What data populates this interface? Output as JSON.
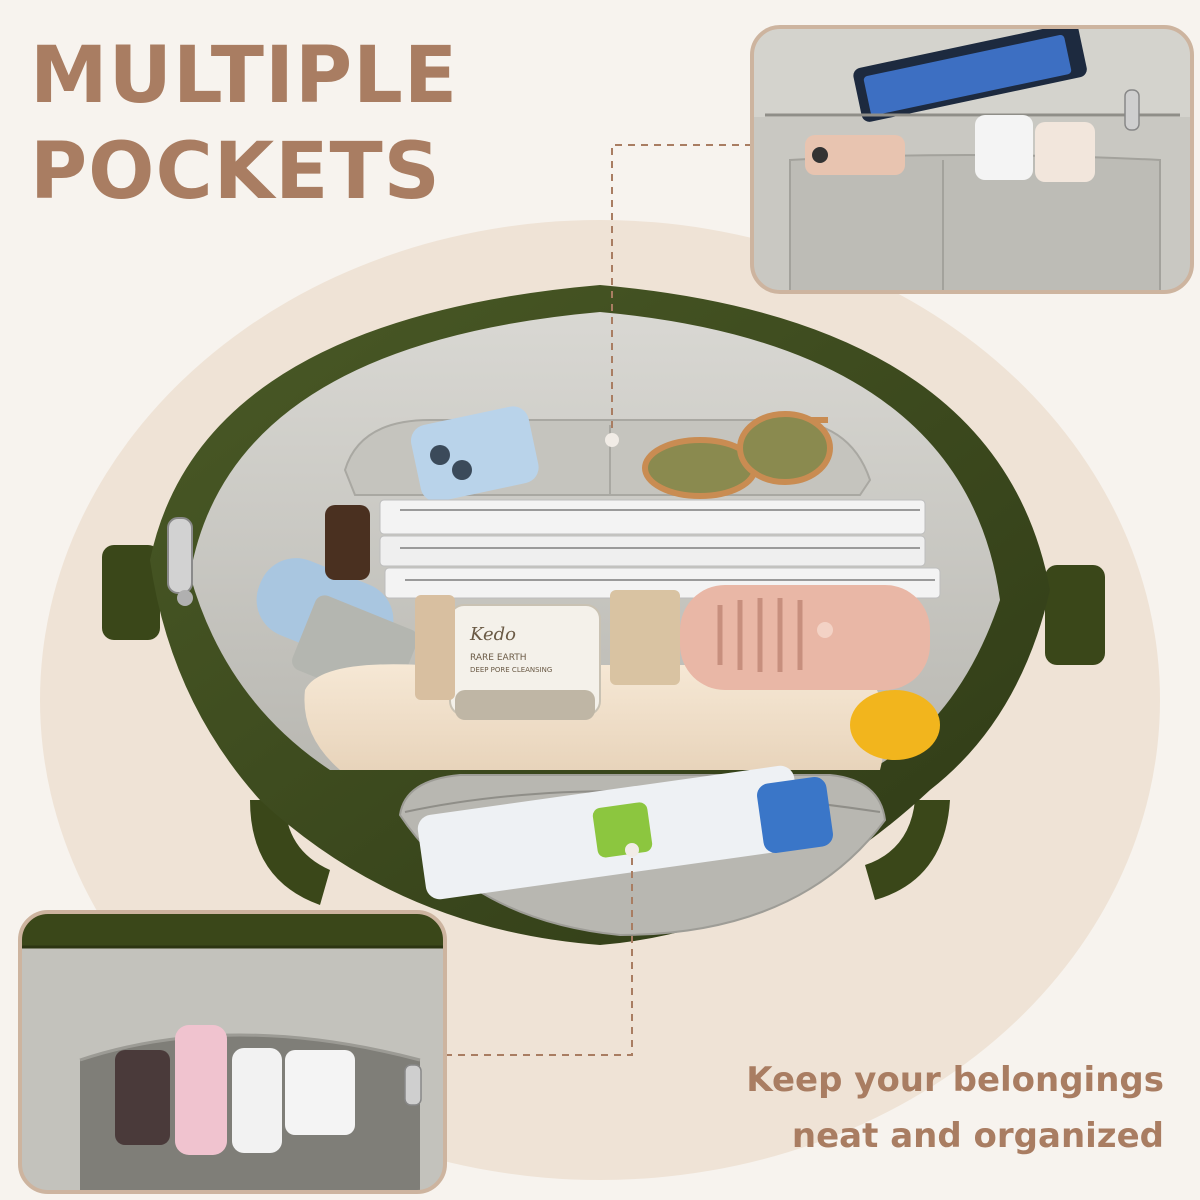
{
  "headline": {
    "line1": "MULTIPLE",
    "line2": "POCKETS"
  },
  "tagline": {
    "line1": "Keep your belongings",
    "line2": "neat and organized"
  },
  "colors": {
    "background": "#f7f3ee",
    "oval": "#efe3d6",
    "accent_text": "#a97d62",
    "bag_green": "#3d4a1f",
    "lining_grey": "#c9c8c2",
    "inset_frame": "#cdb49f"
  },
  "product_label": {
    "jar_brand": "Kedo",
    "jar_line2": "RARE EARTH",
    "jar_line3": "DEEP PORE CLEANSING"
  }
}
